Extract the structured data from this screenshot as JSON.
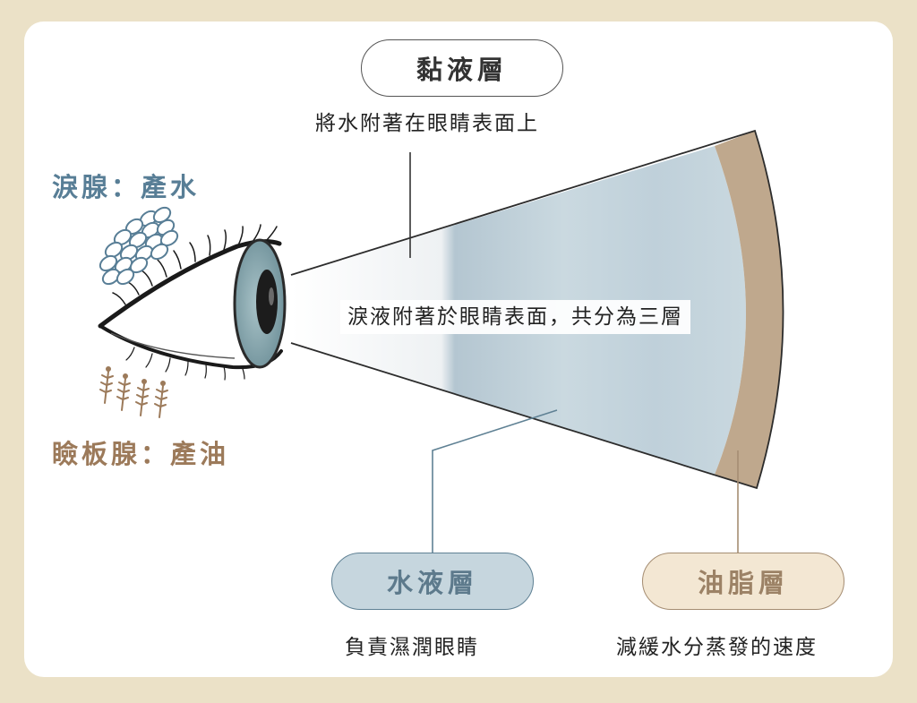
{
  "labels": {
    "mucus_layer": "黏液層",
    "mucus_desc": "將水附著在眼睛表面上",
    "tear_film": "淚液附著於眼睛表面，共分為三層",
    "lacrimal_gland": "淚腺：產水",
    "meibomian_gland": "瞼板腺：產油",
    "aqueous_layer": "水液層",
    "aqueous_desc": "負責濕潤眼睛",
    "lipid_layer": "油脂層",
    "lipid_desc": "減緩水分蒸發的速度"
  },
  "colors": {
    "background": "#ebe1c7",
    "card": "#ffffff",
    "tear_gland_text": "#587e96",
    "meibomian_text": "#9c7a5a",
    "aqueous_fill": "#c6d6de",
    "aqueous_border": "#5f8194",
    "lipid_fill": "#f3e7d3",
    "lipid_border": "#a58d72",
    "lipid_band": "#bfa88d"
  },
  "icons": [
    "eye-icon",
    "lacrimal-gland-icon",
    "meibomian-gland-icon"
  ]
}
